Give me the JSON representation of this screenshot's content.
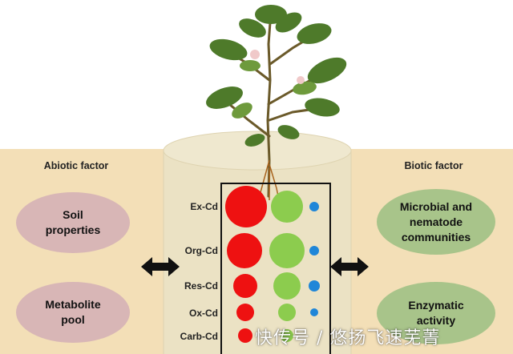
{
  "abiotic": {
    "title": "Abiotic factor",
    "items": [
      {
        "line1": "Soil",
        "line2": "properties"
      },
      {
        "line1": "Metabolite",
        "line2": "pool"
      }
    ]
  },
  "biotic": {
    "title": "Biotic factor",
    "items": [
      {
        "line1": "Microbial and",
        "line2": "nematode",
        "line3": "communities"
      },
      {
        "line1": "Enzymatic",
        "line2": "activity"
      }
    ]
  },
  "fractions": {
    "labels": [
      "Ex-Cd",
      "Org-Cd",
      "Res-Cd",
      "Ox-Cd",
      "Carb-Cd"
    ]
  },
  "colors": {
    "soil": "#f3dfb7",
    "column": "#ebe2c4",
    "abiotic_ellipse": "#d8b6b6",
    "biotic_ellipse": "#a8c48a",
    "bubble_red": "#ee1111",
    "bubble_green": "#8ccc4e",
    "bubble_blue": "#1f86d8",
    "arrow": "#111111"
  },
  "icons": {
    "plant": "cotton-plant-icon",
    "arrow_left": "double-arrow-icon",
    "arrow_right": "double-arrow-icon"
  },
  "watermark": "快传号 / 悠扬飞速芜菁"
}
